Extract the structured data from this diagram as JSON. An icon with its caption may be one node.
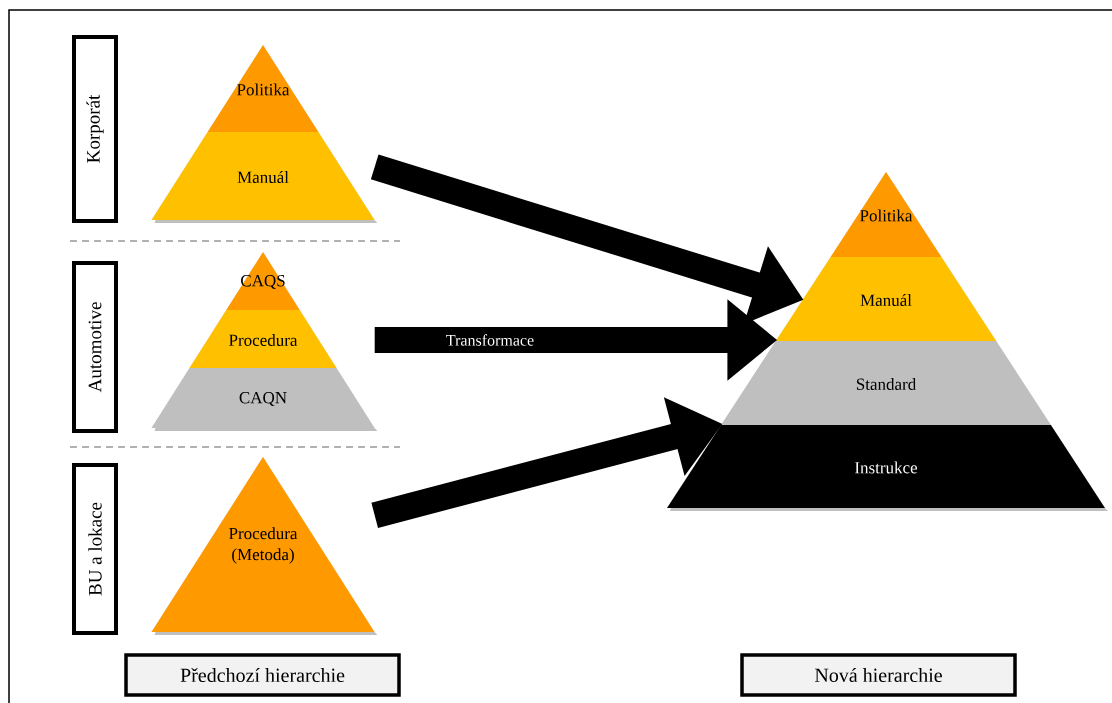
{
  "diagram": {
    "nodes": [
      {
        "text": [
          "Korporát"
        ]
      },
      {
        "text": [],
        "shape": "triangle"
      },
      {
        "text": [
          "Politika"
        ],
        "in": 1
      },
      {
        "text": [
          "Manuál"
        ],
        "in": 1
      },
      {
        "text": [
          "Automotive"
        ]
      },
      {
        "text": [],
        "shape": "triangle"
      },
      {
        "text": [
          "CAQS"
        ],
        "in": 5
      },
      {
        "text": [
          "Procedura"
        ],
        "in": 5
      },
      {
        "text": [
          "CAQN"
        ],
        "in": 5
      },
      {
        "text": [
          "BU a lokace"
        ]
      },
      {
        "text": [],
        "shape": "triangle"
      },
      {
        "text": [
          "Procedura (Metoda)"
        ],
        "in": 10
      },
      {
        "text": [],
        "shape": "triangle"
      },
      {
        "text": [
          "Politika"
        ],
        "in": 12
      },
      {
        "text": [
          "Manuál"
        ],
        "in": 12
      },
      {
        "text": [
          "Standard"
        ],
        "in": 12
      },
      {
        "text": [
          "Instrukce"
        ],
        "in": 12
      },
      {
        "text": [
          "Předchozí hierarchie"
        ]
      },
      {
        "text": [
          "Nová hierarchie"
        ]
      }
    ],
    "edges": [
      {
        "from": 1,
        "to": 12,
        "arrow": "to"
      },
      {
        "from": 5,
        "to": 12,
        "arrow": "to",
        "label": "Transformace"
      },
      {
        "from": 10,
        "to": 12,
        "arrow": "to"
      }
    ]
  }
}
